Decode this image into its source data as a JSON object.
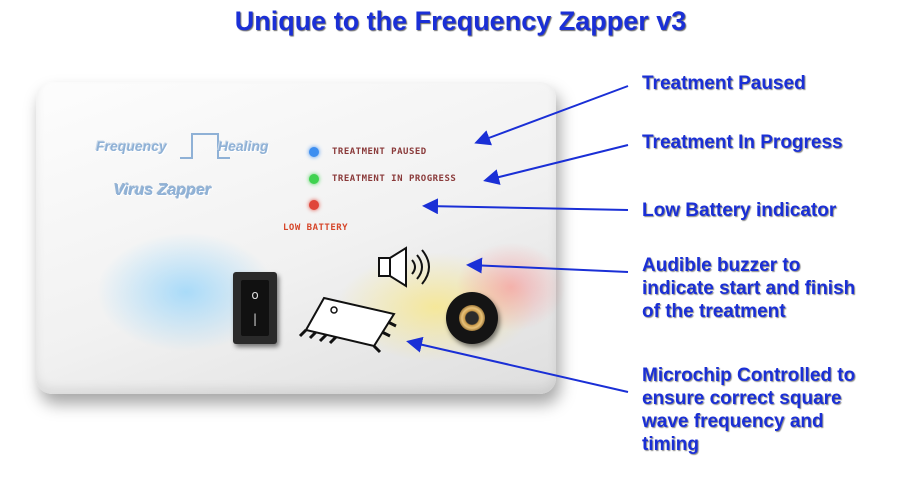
{
  "title": "Unique to the Frequency Zapper v3",
  "device": {
    "brand_left": "Frequency",
    "brand_right": "Healing",
    "product_name": "Virus Zapper",
    "leds": [
      {
        "label": "TREATMENT PAUSED",
        "color": "#3d8ef0"
      },
      {
        "label": "TREATMENT IN PROGRESS",
        "color": "#3fd24f"
      },
      {
        "label": "LOW BATTERY",
        "color": "#e0463a"
      }
    ],
    "switch": {
      "top_mark": "o",
      "bottom_mark": "|"
    }
  },
  "annotations": [
    {
      "lines": [
        "Treatment Paused"
      ]
    },
    {
      "lines": [
        "Treatment In Progress"
      ]
    },
    {
      "lines": [
        "Low Battery indicator"
      ]
    },
    {
      "lines": [
        "Audible buzzer to",
        "indicate start and finish",
        "of the treatment"
      ]
    },
    {
      "lines": [
        "Microchip Controlled to",
        "ensure correct square",
        "wave frequency and",
        "timing"
      ]
    }
  ],
  "colors": {
    "accent": "#1a2fd6",
    "arrow": "#1a2fd6"
  },
  "icons": [
    "speaker-icon",
    "microchip-icon",
    "square-wave-icon"
  ]
}
